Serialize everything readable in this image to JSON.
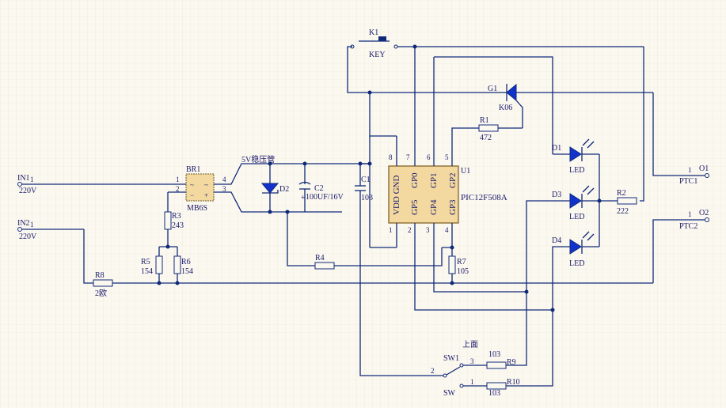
{
  "ports": {
    "in1": {
      "name": "IN1",
      "pin": "1",
      "value": "220V"
    },
    "in2": {
      "name": "IN2",
      "pin": "1",
      "value": "220V"
    },
    "o1": {
      "name": "O1",
      "pin": "1",
      "net": "PTC1"
    },
    "o2": {
      "name": "O2",
      "pin": "1",
      "net": "PTC2"
    }
  },
  "bridge": {
    "ref": "BR1",
    "part": "MB6S",
    "pins": [
      "1",
      "2",
      "3",
      "4"
    ]
  },
  "regulator": {
    "ref": "D2",
    "label": "5V稳压管"
  },
  "capacitors": {
    "c2": {
      "ref": "C2",
      "value": "100UF/16V"
    },
    "c1": {
      "ref": "C1",
      "value": "103"
    }
  },
  "resistors": {
    "r1": {
      "ref": "R1",
      "value": "472"
    },
    "r2": {
      "ref": "R2",
      "value": "222"
    },
    "r3": {
      "ref": "R3",
      "value": "243"
    },
    "r4": {
      "ref": "R4",
      "value": ""
    },
    "r5": {
      "ref": "R5",
      "value": "154"
    },
    "r6": {
      "ref": "R6",
      "value": "154"
    },
    "r7": {
      "ref": "R7",
      "value": "105"
    },
    "r8": {
      "ref": "R8",
      "value": "2欧"
    },
    "r9": {
      "ref": "R9",
      "value": "103"
    },
    "r10": {
      "ref": "R10",
      "value": "103"
    }
  },
  "key": {
    "ref": "K1",
    "label": "KEY"
  },
  "triac": {
    "ref": "G1",
    "part": "K06"
  },
  "leds": [
    {
      "ref": "D1",
      "label": "LED"
    },
    {
      "ref": "D3",
      "label": "LED"
    },
    {
      "ref": "D4",
      "label": "LED"
    }
  ],
  "mcu": {
    "ref": "U1",
    "part": "PIC12F508A",
    "top_pin_numbers": [
      "8",
      "7",
      "6",
      "5"
    ],
    "top_pin_names": [
      "VDD GND",
      "GP0",
      "GP1",
      "GP2"
    ],
    "bottom_pin_names": [
      "GP5",
      "GP4",
      "GP3"
    ],
    "bottom_pin_numbers": [
      "1",
      "2",
      "3",
      "4"
    ]
  },
  "switches": {
    "sw1": {
      "ref": "SW1",
      "note": "上面",
      "pins": [
        "2",
        "3"
      ]
    },
    "sw": {
      "ref": "SW",
      "pins": [
        "1"
      ]
    }
  }
}
